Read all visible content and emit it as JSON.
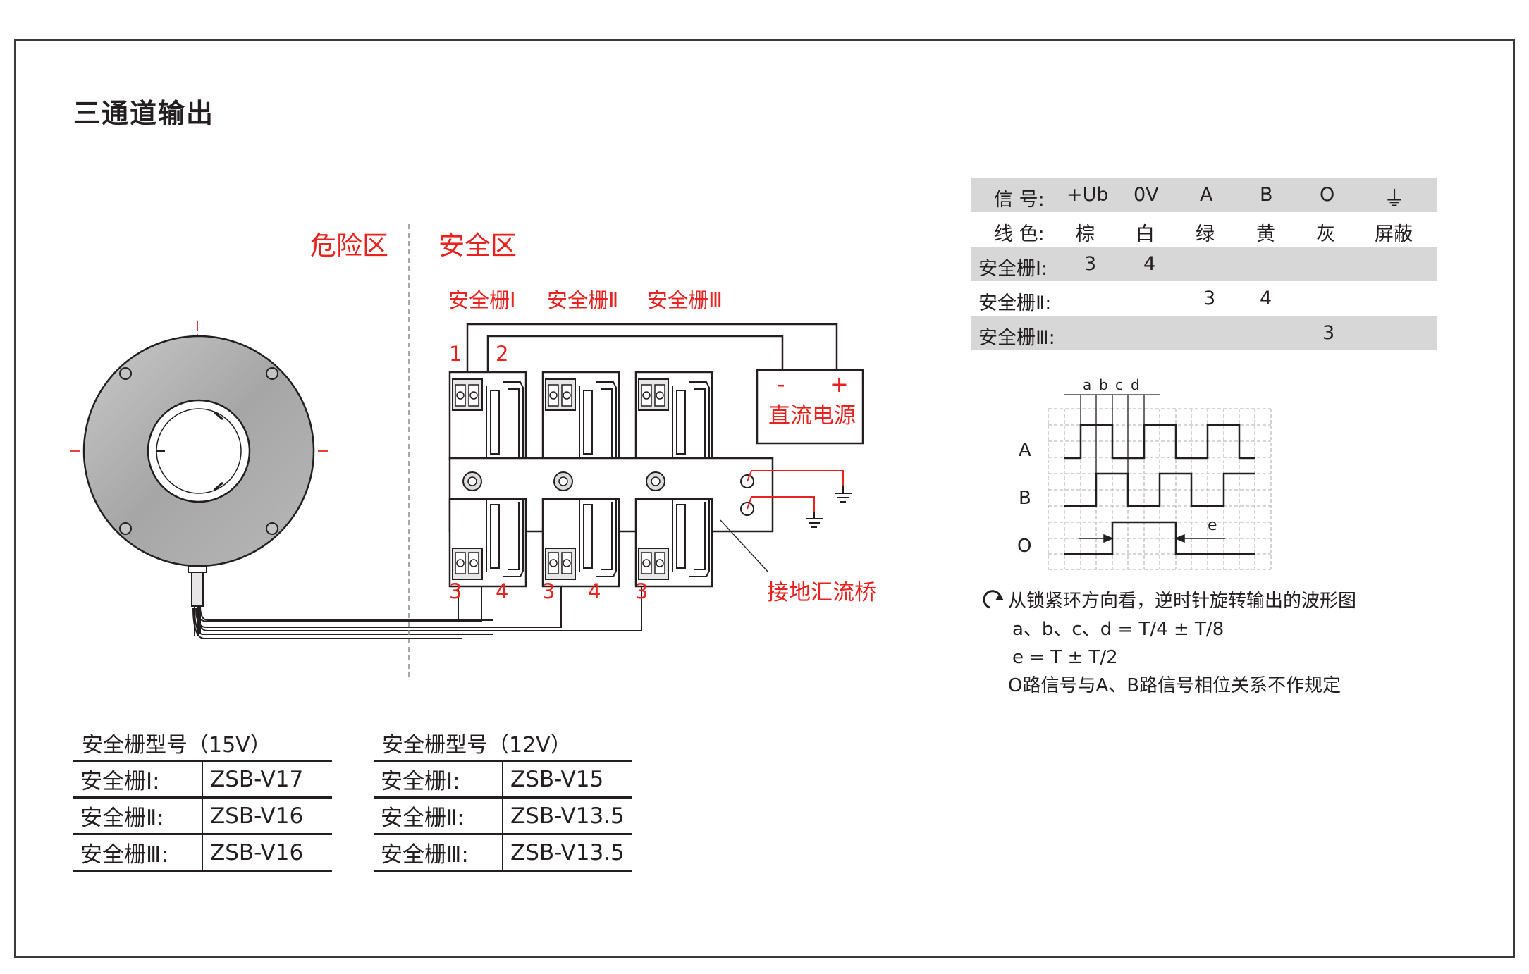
{
  "title": "三通道输出",
  "zones": {
    "danger": "危险区",
    "safe": "安全区"
  },
  "barrier_labels": [
    "安全栅Ⅰ",
    "安全栅Ⅱ",
    "安全栅Ⅲ"
  ],
  "terminal_top": [
    "1",
    "2"
  ],
  "terminal_bottom": [
    "3",
    "4",
    "3",
    "4",
    "3"
  ],
  "power": {
    "minus": "-",
    "plus": "+",
    "label": "直流电源"
  },
  "ground_bridge_label": "接地汇流桥",
  "signal_table": {
    "header_signal": {
      "label": "信 号:",
      "cols": [
        "+Ub",
        "0V",
        "A",
        "B",
        "O",
        "⏚"
      ]
    },
    "header_color": {
      "label": "线 色:",
      "cols": [
        "棕",
        "白",
        "绿",
        "黄",
        "灰",
        "屏蔽"
      ]
    },
    "rows": [
      {
        "label": "安全栅Ⅰ:",
        "a": "3",
        "b": "4"
      },
      {
        "label": "安全栅Ⅱ:",
        "a": "3",
        "b": "4"
      },
      {
        "label": "安全栅Ⅲ:",
        "a": "3"
      }
    ]
  },
  "waveform": {
    "phase_labels": [
      "a",
      "b",
      "c",
      "d"
    ],
    "channels": [
      "A",
      "B",
      "O"
    ],
    "e_label": "e"
  },
  "notes": {
    "rotation": "从锁紧环方向看，逆时针旋转输出的波形图",
    "abcd": "a、b、c、d = T/4 ± T/8",
    "e": "e = T ± T/2",
    "o_phase": "O路信号与A、B路信号相位关系不作规定"
  },
  "model_15v": {
    "head": "安全栅型号（15V）",
    "rows": [
      {
        "name": "安全栅Ⅰ:",
        "model": "ZSB-V17"
      },
      {
        "name": "安全栅Ⅱ:",
        "model": "ZSB-V16"
      },
      {
        "name": "安全栅Ⅲ:",
        "model": "ZSB-V16"
      }
    ]
  },
  "model_12v": {
    "head": "安全栅型号（12V）",
    "rows": [
      {
        "name": "安全栅Ⅰ:",
        "model": "ZSB-V15"
      },
      {
        "name": "安全栅Ⅱ:",
        "model": "ZSB-V13.5"
      },
      {
        "name": "安全栅Ⅲ:",
        "model": "ZSB-V13.5"
      }
    ]
  },
  "colors": {
    "accent_red": "#e8231f",
    "line": "#231f20",
    "shade": "#d7d7d7",
    "grid": "#bdbdbd"
  }
}
